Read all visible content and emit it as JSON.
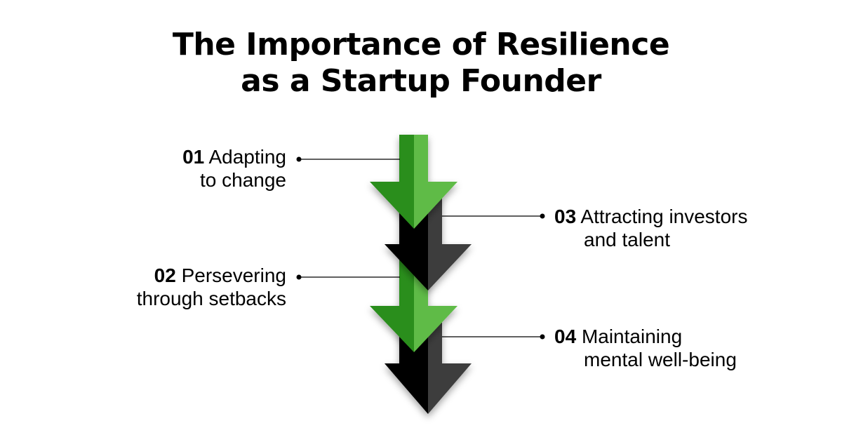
{
  "title": {
    "line1": "The Importance of Resilience",
    "line2": "as a Startup Founder"
  },
  "steps": [
    {
      "number": "01",
      "line1": "Adapting",
      "line2": "to change",
      "side": "left",
      "arrow_color": "green"
    },
    {
      "number": "02",
      "line1": "Persevering",
      "line2": "through setbacks",
      "side": "left",
      "arrow_color": "green"
    },
    {
      "number": "03",
      "line1": "Attracting investors",
      "line2": "and talent",
      "side": "right",
      "arrow_color": "black"
    },
    {
      "number": "04",
      "line1": "Maintaining",
      "line2": "mental well-being",
      "side": "right",
      "arrow_color": "black"
    }
  ],
  "colors": {
    "green_dark": "#2a8e1e",
    "green_light": "#5fbb46",
    "black_dark": "#050505",
    "black_light": "#3c3c3c",
    "connector": "#000000",
    "background": "#ffffff"
  }
}
